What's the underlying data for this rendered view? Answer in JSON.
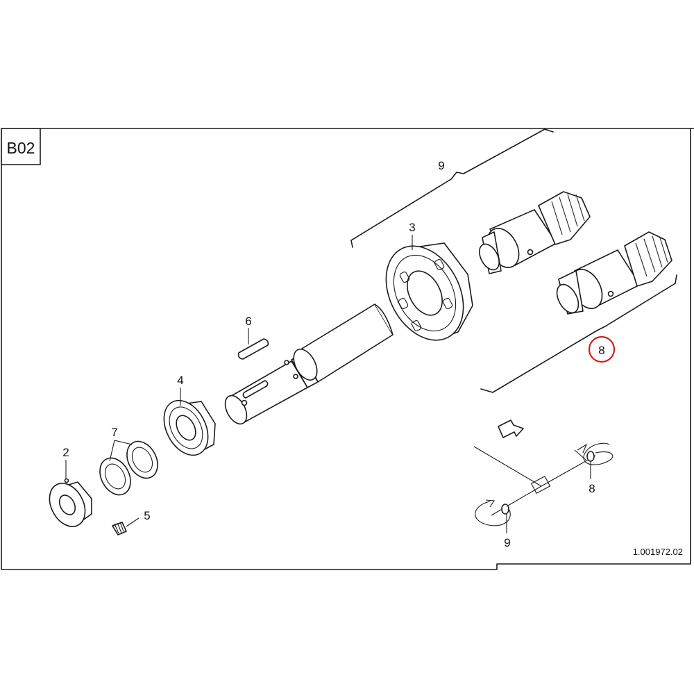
{
  "page_code": "B02",
  "drawing_number": "1.001972.02",
  "callouts": {
    "c2": "2",
    "c3": "3",
    "c4": "4",
    "c5": "5",
    "c6": "6",
    "c7": "7",
    "c8": "8",
    "c9": "9"
  },
  "orientation": {
    "label_8": "8",
    "label_9": "9"
  },
  "highlight_color": "#cc1f1f"
}
